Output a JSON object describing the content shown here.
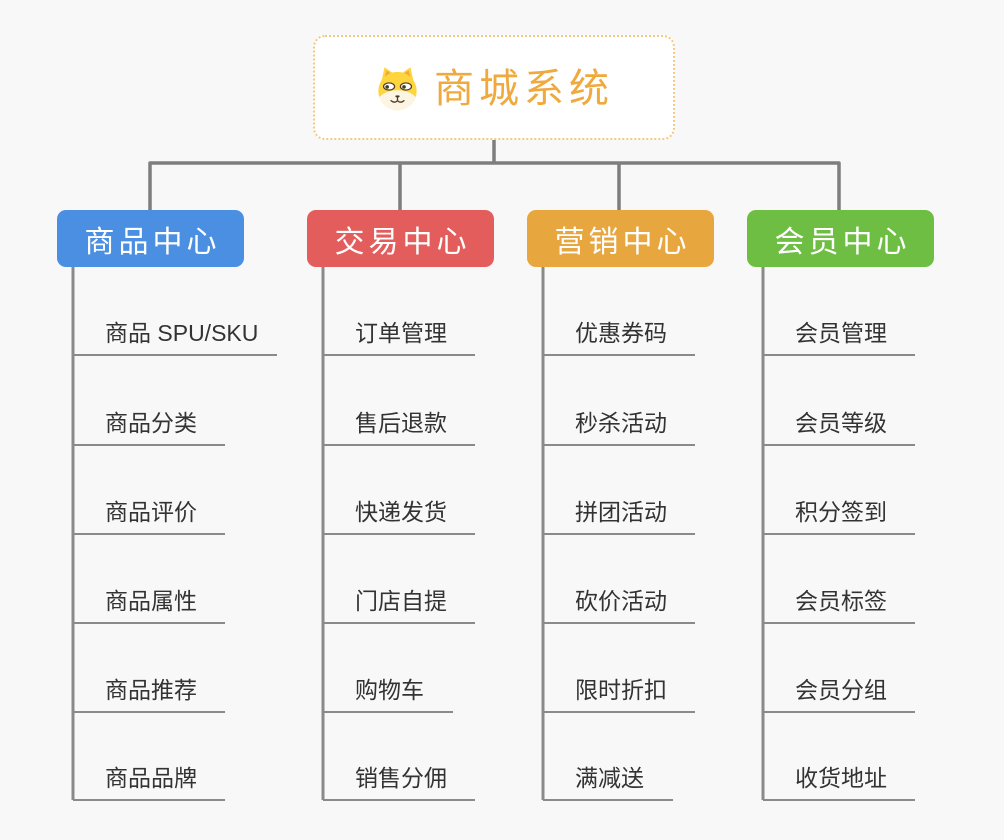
{
  "root": {
    "title": "商城系统",
    "icon": "shiba-dog-icon"
  },
  "branches": [
    {
      "label": "商品中心",
      "color": "#4a8fe2",
      "items": [
        "商品 SPU/SKU",
        "商品分类",
        "商品评价",
        "商品属性",
        "商品推荐",
        "商品品牌"
      ]
    },
    {
      "label": "交易中心",
      "color": "#e35d5d",
      "items": [
        "订单管理",
        "售后退款",
        "快递发货",
        "门店自提",
        "购物车",
        "销售分佣"
      ]
    },
    {
      "label": "营销中心",
      "color": "#e8a63e",
      "items": [
        "优惠券码",
        "秒杀活动",
        "拼团活动",
        "砍价活动",
        "限时折扣",
        "满减送"
      ]
    },
    {
      "label": "会员中心",
      "color": "#6fbe44",
      "items": [
        "会员管理",
        "会员等级",
        "积分签到",
        "会员标签",
        "会员分组",
        "收货地址"
      ]
    }
  ],
  "colors": {
    "background": "#f8f8f8",
    "connector_line": "#7e7e7e",
    "leaf_underline": "#8a8a8a",
    "leaf_text": "#333333",
    "root_title": "#f0a93c",
    "root_border": "#f4c87e"
  }
}
